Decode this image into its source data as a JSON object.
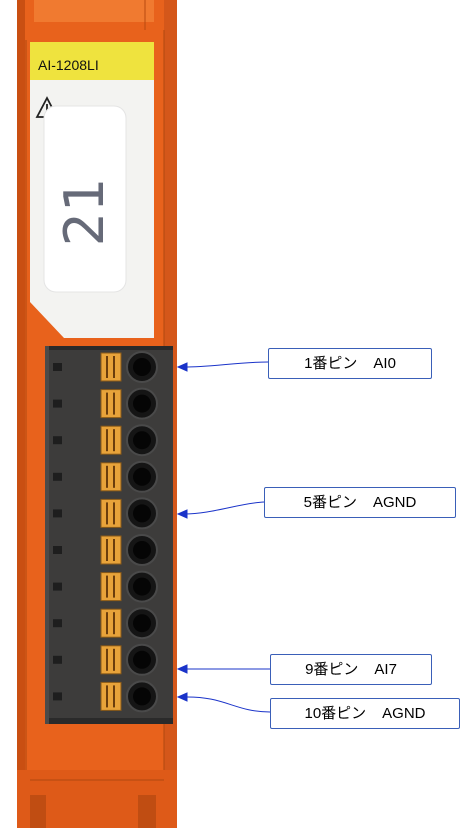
{
  "module": {
    "model_label": "AI-1208LI",
    "slot_number": "21",
    "warning_icon": "warning-triangle-icon"
  },
  "colors": {
    "housing": "#e8621c",
    "terminal_block": "#3d3c3b",
    "label_yellow": "#efe33e",
    "contact": "#e8a33a",
    "callout_border": "#3a5fb8",
    "arrow": "#1a33c9"
  },
  "terminal_block": {
    "pin_count": 10
  },
  "callouts": [
    {
      "id": "pin1",
      "pin": 1,
      "pin_label": "1番ピン",
      "signal": "AI0"
    },
    {
      "id": "pin5",
      "pin": 5,
      "pin_label": "5番ピン",
      "signal": "AGND"
    },
    {
      "id": "pin9",
      "pin": 9,
      "pin_label": "9番ピン",
      "signal": "AI7"
    },
    {
      "id": "pin10",
      "pin": 10,
      "pin_label": "10番ピン",
      "signal": "AGND"
    }
  ]
}
